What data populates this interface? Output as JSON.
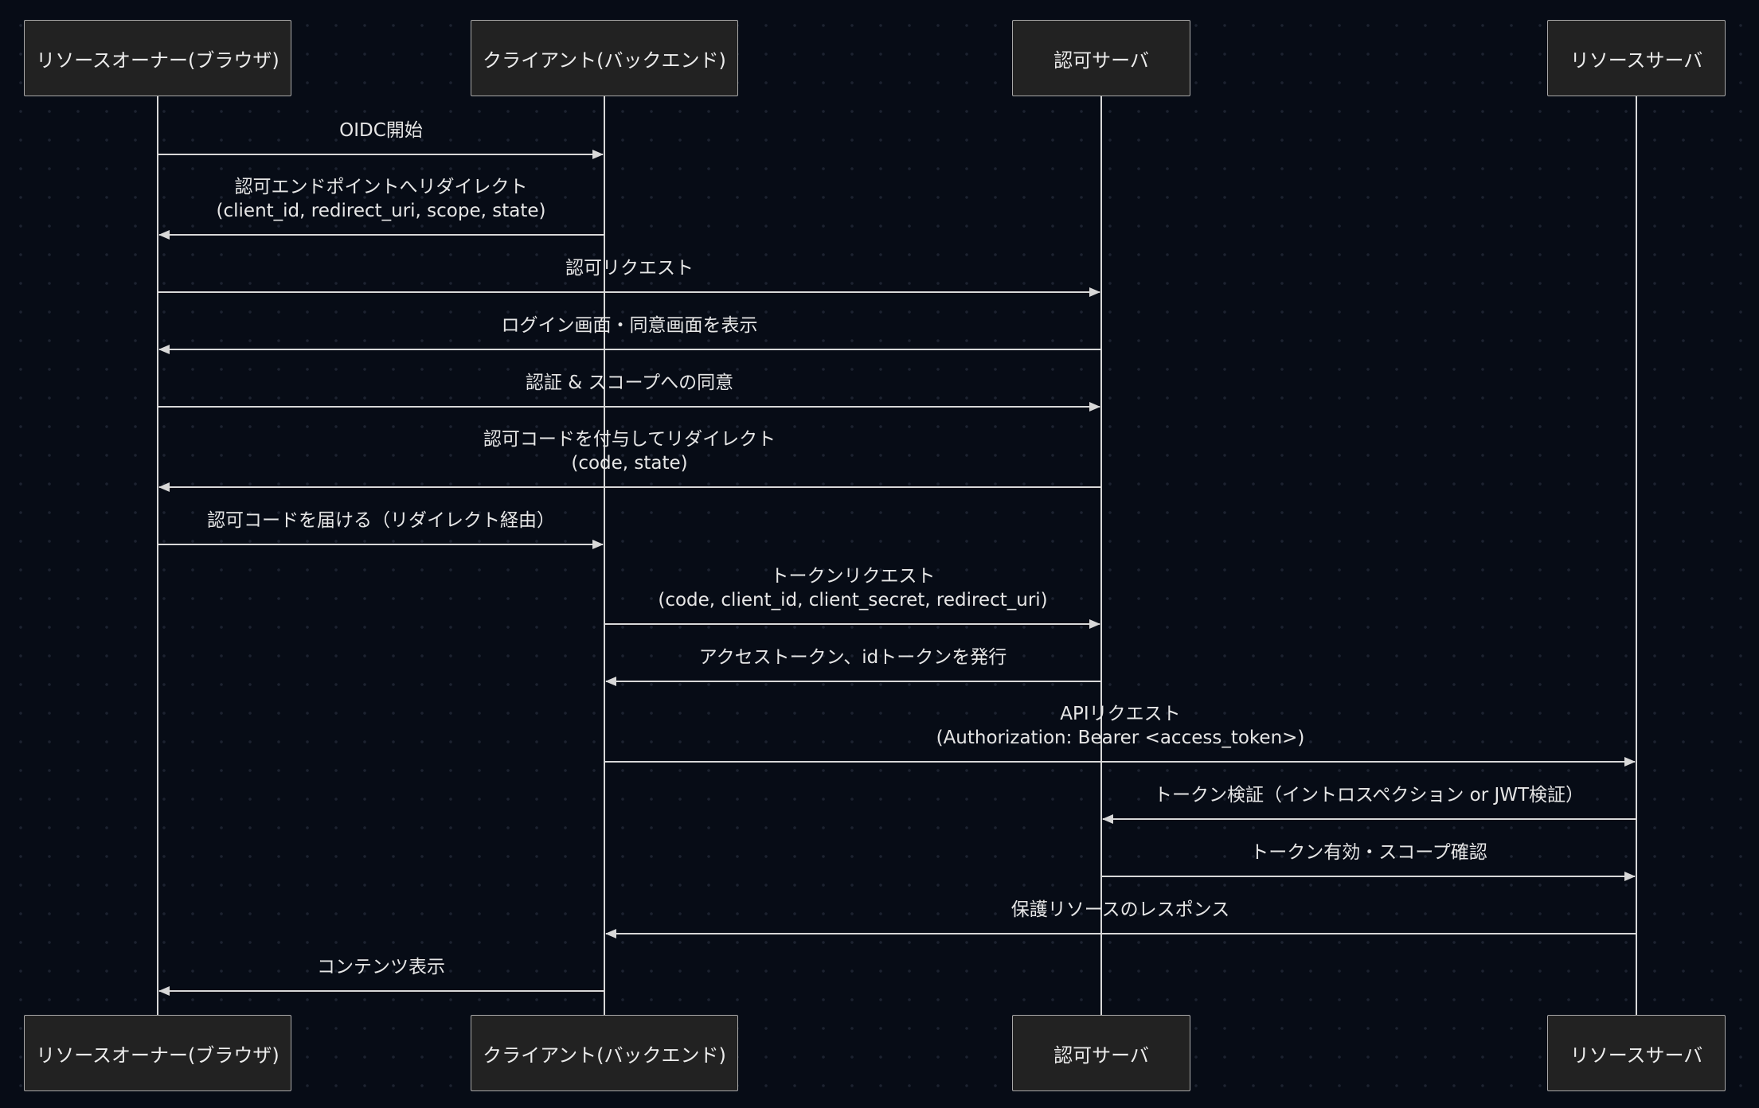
{
  "participants": [
    {
      "id": "owner",
      "label": "リソースオーナー(ブラウザ)"
    },
    {
      "id": "client",
      "label": "クライアント(バックエンド)"
    },
    {
      "id": "authz",
      "label": "認可サーバ"
    },
    {
      "id": "resource",
      "label": "リソースサーバ"
    }
  ],
  "messages": [
    {
      "from": "owner",
      "to": "client",
      "lines": [
        "OIDC開始"
      ]
    },
    {
      "from": "client",
      "to": "owner",
      "lines": [
        "認可エンドポイントへリダイレクト",
        "(client_id, redirect_uri, scope, state)"
      ]
    },
    {
      "from": "owner",
      "to": "authz",
      "lines": [
        "認可リクエスト"
      ]
    },
    {
      "from": "authz",
      "to": "owner",
      "lines": [
        "ログイン画面・同意画面を表示"
      ]
    },
    {
      "from": "owner",
      "to": "authz",
      "lines": [
        "認証 & スコープへの同意"
      ]
    },
    {
      "from": "authz",
      "to": "owner",
      "lines": [
        "認可コードを付与してリダイレクト",
        "(code, state)"
      ]
    },
    {
      "from": "owner",
      "to": "client",
      "lines": [
        "認可コードを届ける（リダイレクト経由）"
      ]
    },
    {
      "from": "client",
      "to": "authz",
      "lines": [
        "トークンリクエスト",
        "(code, client_id, client_secret, redirect_uri)"
      ]
    },
    {
      "from": "authz",
      "to": "client",
      "lines": [
        "アクセストークン、idトークンを発行"
      ]
    },
    {
      "from": "client",
      "to": "resource",
      "lines": [
        "APIリクエスト",
        "(Authorization: Bearer <access_token>)"
      ]
    },
    {
      "from": "resource",
      "to": "authz",
      "lines": [
        "トークン検証（イントロスペクション or JWT検証）"
      ]
    },
    {
      "from": "authz",
      "to": "resource",
      "lines": [
        "トークン有効・スコープ確認"
      ]
    },
    {
      "from": "resource",
      "to": "client",
      "lines": [
        "保護リソースのレスポンス"
      ]
    },
    {
      "from": "client",
      "to": "owner",
      "lines": [
        "コンテンツ表示"
      ]
    }
  ],
  "colors": {
    "background": "#070c16",
    "line": "#d8d8d8",
    "box_fill": "#222222",
    "box_border": "#a8a8a8",
    "text": "#e6e6e6"
  }
}
